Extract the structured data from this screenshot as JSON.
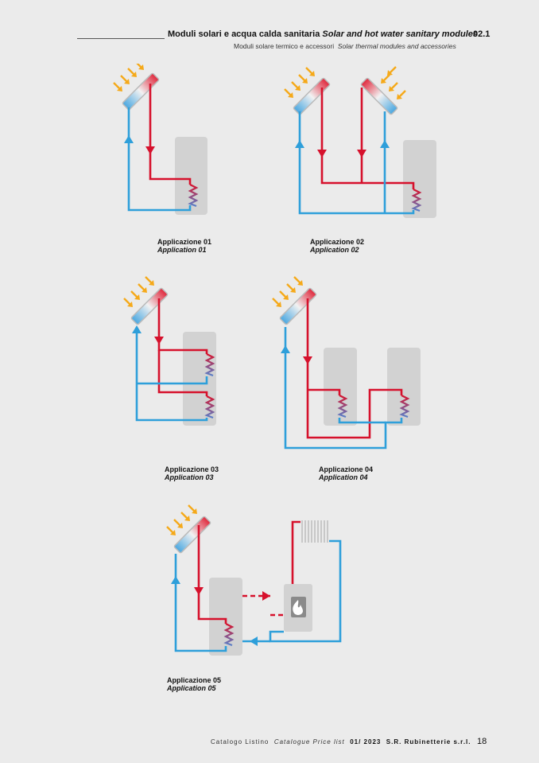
{
  "header": {
    "title_it": "Moduli solari e acqua calda sanitaria",
    "title_en": "Solar and hot water sanitary modules",
    "section_code": "02.1",
    "subtitle_it": "Moduli solare termico e accessori",
    "subtitle_en": "Solar thermal modules and accessories"
  },
  "applications": [
    {
      "it": "Applicazione 01",
      "en": "Application 01"
    },
    {
      "it": "Applicazione 02",
      "en": "Application 02"
    },
    {
      "it": "Applicazione 03",
      "en": "Application 03"
    },
    {
      "it": "Applicazione 04",
      "en": "Application 04"
    },
    {
      "it": "Applicazione 05",
      "en": "Application 05"
    }
  ],
  "footer": {
    "catalogue_it": "Catalogo Listino",
    "catalogue_en": "Catalogue Price list",
    "edition": "01/ 2023",
    "company": "S.R. Rubinetterie s.r.l.",
    "page_number": "18"
  },
  "colors": {
    "hot": "#d6112c",
    "cold": "#2e9fda",
    "sun": "#f5a91a",
    "tank": "#d2d2d2"
  }
}
